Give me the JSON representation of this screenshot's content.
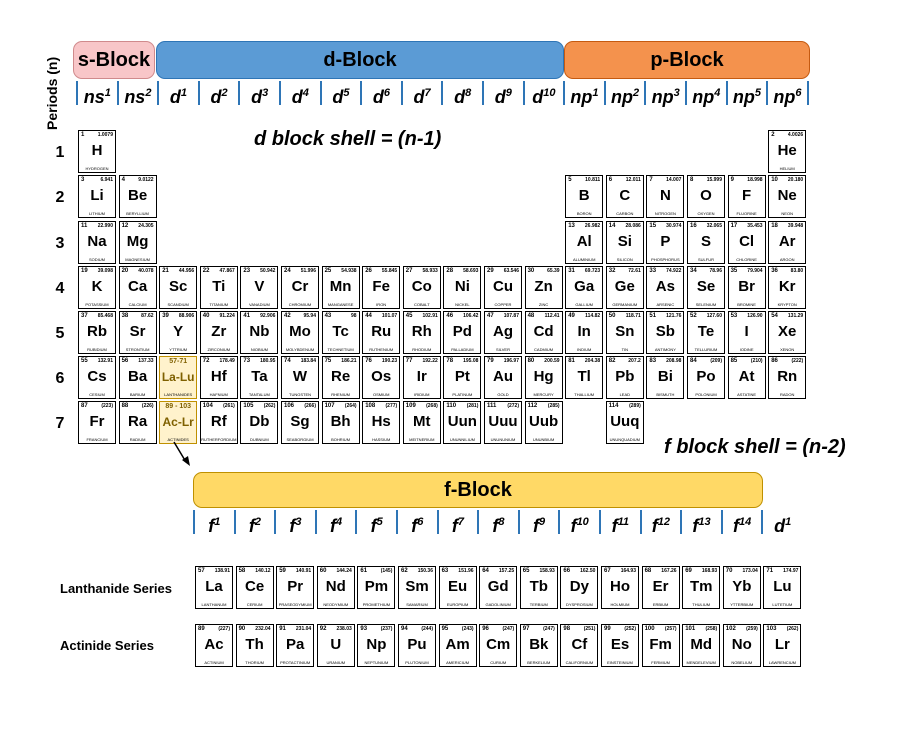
{
  "periods_label": "Periods (n)",
  "blocks": {
    "s": "s-Block",
    "d": "d-Block",
    "p": "p-Block",
    "f": "f-Block"
  },
  "orbitals_top": [
    {
      "b": "ns",
      "s": "1"
    },
    {
      "b": "ns",
      "s": "2"
    },
    {
      "b": "d",
      "s": "1"
    },
    {
      "b": "d",
      "s": "2"
    },
    {
      "b": "d",
      "s": "3"
    },
    {
      "b": "d",
      "s": "4"
    },
    {
      "b": "d",
      "s": "5"
    },
    {
      "b": "d",
      "s": "6"
    },
    {
      "b": "d",
      "s": "7"
    },
    {
      "b": "d",
      "s": "8"
    },
    {
      "b": "d",
      "s": "9"
    },
    {
      "b": "d",
      "s": "10"
    },
    {
      "b": "np",
      "s": "1"
    },
    {
      "b": "np",
      "s": "2"
    },
    {
      "b": "np",
      "s": "3"
    },
    {
      "b": "np",
      "s": "4"
    },
    {
      "b": "np",
      "s": "5"
    },
    {
      "b": "np",
      "s": "6"
    }
  ],
  "orbitals_f": [
    {
      "b": "f",
      "s": "1"
    },
    {
      "b": "f",
      "s": "2"
    },
    {
      "b": "f",
      "s": "3"
    },
    {
      "b": "f",
      "s": "4"
    },
    {
      "b": "f",
      "s": "5"
    },
    {
      "b": "f",
      "s": "6"
    },
    {
      "b": "f",
      "s": "7"
    },
    {
      "b": "f",
      "s": "8"
    },
    {
      "b": "f",
      "s": "9"
    },
    {
      "b": "f",
      "s": "10"
    },
    {
      "b": "f",
      "s": "11"
    },
    {
      "b": "f",
      "s": "12"
    },
    {
      "b": "f",
      "s": "13"
    },
    {
      "b": "f",
      "s": "14"
    }
  ],
  "orbital_f_tail": {
    "b": "d",
    "s": "1"
  },
  "d_shell_note": "d block shell = (n-1)",
  "f_shell_note": "f block shell = (n-2)",
  "period_numbers": [
    "1",
    "2",
    "3",
    "4",
    "5",
    "6",
    "7"
  ],
  "lanthanide_label": "Lanthanide Series",
  "actinide_label": "Actinide Series",
  "elements": [
    {
      "n": "1",
      "m": "1.0079",
      "s": "H",
      "nm": "HYDROGEN",
      "p": 1,
      "g": 1
    },
    {
      "n": "2",
      "m": "4.0026",
      "s": "He",
      "nm": "HELIUM",
      "p": 1,
      "g": 18
    },
    {
      "n": "3",
      "m": "6.941",
      "s": "Li",
      "nm": "LITHIUM",
      "p": 2,
      "g": 1
    },
    {
      "n": "4",
      "m": "9.0122",
      "s": "Be",
      "nm": "BERYLLIUM",
      "p": 2,
      "g": 2
    },
    {
      "n": "5",
      "m": "10.811",
      "s": "B",
      "nm": "BORON",
      "p": 2,
      "g": 13
    },
    {
      "n": "6",
      "m": "12.011",
      "s": "C",
      "nm": "CARBON",
      "p": 2,
      "g": 14
    },
    {
      "n": "7",
      "m": "14.007",
      "s": "N",
      "nm": "NITROGEN",
      "p": 2,
      "g": 15
    },
    {
      "n": "8",
      "m": "15.999",
      "s": "O",
      "nm": "OXYGEN",
      "p": 2,
      "g": 16
    },
    {
      "n": "9",
      "m": "18.998",
      "s": "F",
      "nm": "FLUORINE",
      "p": 2,
      "g": 17
    },
    {
      "n": "10",
      "m": "20.180",
      "s": "Ne",
      "nm": "NEON",
      "p": 2,
      "g": 18
    },
    {
      "n": "11",
      "m": "22.990",
      "s": "Na",
      "nm": "SODIUM",
      "p": 3,
      "g": 1
    },
    {
      "n": "12",
      "m": "24.305",
      "s": "Mg",
      "nm": "MAGNESIUM",
      "p": 3,
      "g": 2
    },
    {
      "n": "13",
      "m": "26.982",
      "s": "Al",
      "nm": "ALUMINIUM",
      "p": 3,
      "g": 13
    },
    {
      "n": "14",
      "m": "28.086",
      "s": "Si",
      "nm": "SILICON",
      "p": 3,
      "g": 14
    },
    {
      "n": "15",
      "m": "30.974",
      "s": "P",
      "nm": "PHOSPHORUS",
      "p": 3,
      "g": 15
    },
    {
      "n": "16",
      "m": "32.065",
      "s": "S",
      "nm": "SULFUR",
      "p": 3,
      "g": 16
    },
    {
      "n": "17",
      "m": "35.453",
      "s": "Cl",
      "nm": "CHLORINE",
      "p": 3,
      "g": 17
    },
    {
      "n": "18",
      "m": "39.948",
      "s": "Ar",
      "nm": "ARGON",
      "p": 3,
      "g": 18
    },
    {
      "n": "19",
      "m": "39.098",
      "s": "K",
      "nm": "POTASSIUM",
      "p": 4,
      "g": 1
    },
    {
      "n": "20",
      "m": "40.078",
      "s": "Ca",
      "nm": "CALCIUM",
      "p": 4,
      "g": 2
    },
    {
      "n": "21",
      "m": "44.956",
      "s": "Sc",
      "nm": "SCANDIUM",
      "p": 4,
      "g": 3
    },
    {
      "n": "22",
      "m": "47.867",
      "s": "Ti",
      "nm": "TITANIUM",
      "p": 4,
      "g": 4
    },
    {
      "n": "23",
      "m": "50.942",
      "s": "V",
      "nm": "VANADIUM",
      "p": 4,
      "g": 5
    },
    {
      "n": "24",
      "m": "51.996",
      "s": "Cr",
      "nm": "CHROMIUM",
      "p": 4,
      "g": 6
    },
    {
      "n": "25",
      "m": "54.938",
      "s": "Mn",
      "nm": "MANGANESE",
      "p": 4,
      "g": 7
    },
    {
      "n": "26",
      "m": "55.845",
      "s": "Fe",
      "nm": "IRON",
      "p": 4,
      "g": 8
    },
    {
      "n": "27",
      "m": "58.933",
      "s": "Co",
      "nm": "COBALT",
      "p": 4,
      "g": 9
    },
    {
      "n": "28",
      "m": "58.693",
      "s": "Ni",
      "nm": "NICKEL",
      "p": 4,
      "g": 10
    },
    {
      "n": "29",
      "m": "63.546",
      "s": "Cu",
      "nm": "COPPER",
      "p": 4,
      "g": 11
    },
    {
      "n": "30",
      "m": "65.39",
      "s": "Zn",
      "nm": "ZINC",
      "p": 4,
      "g": 12
    },
    {
      "n": "31",
      "m": "69.723",
      "s": "Ga",
      "nm": "GALLIUM",
      "p": 4,
      "g": 13
    },
    {
      "n": "32",
      "m": "72.61",
      "s": "Ge",
      "nm": "GERMANIUM",
      "p": 4,
      "g": 14
    },
    {
      "n": "33",
      "m": "74.922",
      "s": "As",
      "nm": "ARSENIC",
      "p": 4,
      "g": 15
    },
    {
      "n": "34",
      "m": "78.96",
      "s": "Se",
      "nm": "SELENIUM",
      "p": 4,
      "g": 16
    },
    {
      "n": "35",
      "m": "79.904",
      "s": "Br",
      "nm": "BROMINE",
      "p": 4,
      "g": 17
    },
    {
      "n": "36",
      "m": "83.80",
      "s": "Kr",
      "nm": "KRYPTON",
      "p": 4,
      "g": 18
    },
    {
      "n": "37",
      "m": "85.468",
      "s": "Rb",
      "nm": "RUBIDIUM",
      "p": 5,
      "g": 1
    },
    {
      "n": "38",
      "m": "87.62",
      "s": "Sr",
      "nm": "STRONTIUM",
      "p": 5,
      "g": 2
    },
    {
      "n": "39",
      "m": "88.906",
      "s": "Y",
      "nm": "YTTRIUM",
      "p": 5,
      "g": 3
    },
    {
      "n": "40",
      "m": "91.224",
      "s": "Zr",
      "nm": "ZIRCONIUM",
      "p": 5,
      "g": 4
    },
    {
      "n": "41",
      "m": "92.906",
      "s": "Nb",
      "nm": "NIOBIUM",
      "p": 5,
      "g": 5
    },
    {
      "n": "42",
      "m": "95.94",
      "s": "Mo",
      "nm": "MOLYBDENUM",
      "p": 5,
      "g": 6
    },
    {
      "n": "43",
      "m": "98",
      "s": "Tc",
      "nm": "TECHNETIUM",
      "p": 5,
      "g": 7
    },
    {
      "n": "44",
      "m": "101.07",
      "s": "Ru",
      "nm": "RUTHENIUM",
      "p": 5,
      "g": 8
    },
    {
      "n": "45",
      "m": "102.91",
      "s": "Rh",
      "nm": "RHODIUM",
      "p": 5,
      "g": 9
    },
    {
      "n": "46",
      "m": "106.42",
      "s": "Pd",
      "nm": "PALLADIUM",
      "p": 5,
      "g": 10
    },
    {
      "n": "47",
      "m": "107.87",
      "s": "Ag",
      "nm": "SILVER",
      "p": 5,
      "g": 11
    },
    {
      "n": "48",
      "m": "112.41",
      "s": "Cd",
      "nm": "CADMIUM",
      "p": 5,
      "g": 12
    },
    {
      "n": "49",
      "m": "114.82",
      "s": "In",
      "nm": "INDIUM",
      "p": 5,
      "g": 13
    },
    {
      "n": "50",
      "m": "118.71",
      "s": "Sn",
      "nm": "TIN",
      "p": 5,
      "g": 14
    },
    {
      "n": "51",
      "m": "121.76",
      "s": "Sb",
      "nm": "ANTIMONY",
      "p": 5,
      "g": 15
    },
    {
      "n": "52",
      "m": "127.60",
      "s": "Te",
      "nm": "TELLURIUM",
      "p": 5,
      "g": 16
    },
    {
      "n": "53",
      "m": "126.90",
      "s": "I",
      "nm": "IODINE",
      "p": 5,
      "g": 17
    },
    {
      "n": "54",
      "m": "131.29",
      "s": "Xe",
      "nm": "XENON",
      "p": 5,
      "g": 18
    },
    {
      "n": "55",
      "m": "132.91",
      "s": "Cs",
      "nm": "CESIUM",
      "p": 6,
      "g": 1
    },
    {
      "n": "56",
      "m": "137.33",
      "s": "Ba",
      "nm": "BARIUM",
      "p": 6,
      "g": 2
    },
    {
      "n": "57-71",
      "m": "",
      "s": "La-Lu",
      "nm": "LANTHANIDES",
      "p": 6,
      "g": 3,
      "pl": true
    },
    {
      "n": "72",
      "m": "178.49",
      "s": "Hf",
      "nm": "HAFNIUM",
      "p": 6,
      "g": 4
    },
    {
      "n": "73",
      "m": "180.95",
      "s": "Ta",
      "nm": "TANTALUM",
      "p": 6,
      "g": 5
    },
    {
      "n": "74",
      "m": "183.84",
      "s": "W",
      "nm": "TUNGSTEN",
      "p": 6,
      "g": 6
    },
    {
      "n": "75",
      "m": "186.21",
      "s": "Re",
      "nm": "RHENIUM",
      "p": 6,
      "g": 7
    },
    {
      "n": "76",
      "m": "190.23",
      "s": "Os",
      "nm": "OSMIUM",
      "p": 6,
      "g": 8
    },
    {
      "n": "77",
      "m": "192.22",
      "s": "Ir",
      "nm": "IRIDIUM",
      "p": 6,
      "g": 9
    },
    {
      "n": "78",
      "m": "195.08",
      "s": "Pt",
      "nm": "PLATINUM",
      "p": 6,
      "g": 10
    },
    {
      "n": "79",
      "m": "196.97",
      "s": "Au",
      "nm": "GOLD",
      "p": 6,
      "g": 11
    },
    {
      "n": "80",
      "m": "200.59",
      "s": "Hg",
      "nm": "MERCURY",
      "p": 6,
      "g": 12
    },
    {
      "n": "81",
      "m": "204.38",
      "s": "Tl",
      "nm": "THALLIUM",
      "p": 6,
      "g": 13
    },
    {
      "n": "82",
      "m": "207.2",
      "s": "Pb",
      "nm": "LEAD",
      "p": 6,
      "g": 14
    },
    {
      "n": "83",
      "m": "208.98",
      "s": "Bi",
      "nm": "BISMUTH",
      "p": 6,
      "g": 15
    },
    {
      "n": "84",
      "m": "(209)",
      "s": "Po",
      "nm": "POLONIUM",
      "p": 6,
      "g": 16
    },
    {
      "n": "85",
      "m": "(210)",
      "s": "At",
      "nm": "ASTATINE",
      "p": 6,
      "g": 17
    },
    {
      "n": "86",
      "m": "(222)",
      "s": "Rn",
      "nm": "RADON",
      "p": 6,
      "g": 18
    },
    {
      "n": "87",
      "m": "(223)",
      "s": "Fr",
      "nm": "FRANCIUM",
      "p": 7,
      "g": 1
    },
    {
      "n": "88",
      "m": "(226)",
      "s": "Ra",
      "nm": "RADIUM",
      "p": 7,
      "g": 2
    },
    {
      "n": "89 - 103",
      "m": "",
      "s": "Ac-Lr",
      "nm": "ACTINIDES",
      "p": 7,
      "g": 3,
      "pl": true
    },
    {
      "n": "104",
      "m": "(261)",
      "s": "Rf",
      "nm": "RUTHERFORDIUM",
      "p": 7,
      "g": 4
    },
    {
      "n": "105",
      "m": "(262)",
      "s": "Db",
      "nm": "DUBNIUM",
      "p": 7,
      "g": 5
    },
    {
      "n": "106",
      "m": "(266)",
      "s": "Sg",
      "nm": "SEABORGIUM",
      "p": 7,
      "g": 6
    },
    {
      "n": "107",
      "m": "(264)",
      "s": "Bh",
      "nm": "BOHRIUM",
      "p": 7,
      "g": 7
    },
    {
      "n": "108",
      "m": "(277)",
      "s": "Hs",
      "nm": "HASSIUM",
      "p": 7,
      "g": 8
    },
    {
      "n": "109",
      "m": "(268)",
      "s": "Mt",
      "nm": "MEITNERIUM",
      "p": 7,
      "g": 9
    },
    {
      "n": "110",
      "m": "(281)",
      "s": "Uun",
      "nm": "UNUNNILIUM",
      "p": 7,
      "g": 10
    },
    {
      "n": "111",
      "m": "(272)",
      "s": "Uuu",
      "nm": "UNUNUNIUM",
      "p": 7,
      "g": 11
    },
    {
      "n": "112",
      "m": "(285)",
      "s": "Uub",
      "nm": "UNUNBIUM",
      "p": 7,
      "g": 12
    },
    {
      "n": "114",
      "m": "(289)",
      "s": "Uuq",
      "nm": "UNUNQUADIUM",
      "p": 7,
      "g": 14
    }
  ],
  "lanthanides": [
    {
      "n": "57",
      "m": "138.91",
      "s": "La",
      "nm": "LANTHANUM"
    },
    {
      "n": "58",
      "m": "140.12",
      "s": "Ce",
      "nm": "CERIUM"
    },
    {
      "n": "59",
      "m": "140.91",
      "s": "Pr",
      "nm": "PRASEODYMIUM"
    },
    {
      "n": "60",
      "m": "144.24",
      "s": "Nd",
      "nm": "NEODYMIUM"
    },
    {
      "n": "61",
      "m": "(145)",
      "s": "Pm",
      "nm": "PROMETHIUM"
    },
    {
      "n": "62",
      "m": "150.36",
      "s": "Sm",
      "nm": "SAMARIUM"
    },
    {
      "n": "63",
      "m": "151.96",
      "s": "Eu",
      "nm": "EUROPIUM"
    },
    {
      "n": "64",
      "m": "157.25",
      "s": "Gd",
      "nm": "GADOLINIUM"
    },
    {
      "n": "65",
      "m": "158.93",
      "s": "Tb",
      "nm": "TERBIUM"
    },
    {
      "n": "66",
      "m": "162.50",
      "s": "Dy",
      "nm": "DYSPROSIUM"
    },
    {
      "n": "67",
      "m": "164.93",
      "s": "Ho",
      "nm": "HOLMIUM"
    },
    {
      "n": "68",
      "m": "167.26",
      "s": "Er",
      "nm": "ERBIUM"
    },
    {
      "n": "69",
      "m": "168.93",
      "s": "Tm",
      "nm": "THULIUM"
    },
    {
      "n": "70",
      "m": "173.04",
      "s": "Yb",
      "nm": "YTTERBIUM"
    },
    {
      "n": "71",
      "m": "174.97",
      "s": "Lu",
      "nm": "LUTETIUM"
    }
  ],
  "actinides": [
    {
      "n": "89",
      "m": "(227)",
      "s": "Ac",
      "nm": "ACTINIUM"
    },
    {
      "n": "90",
      "m": "232.04",
      "s": "Th",
      "nm": "THORIUM"
    },
    {
      "n": "91",
      "m": "231.04",
      "s": "Pa",
      "nm": "PROTACTINIUM"
    },
    {
      "n": "92",
      "m": "238.03",
      "s": "U",
      "nm": "URANIUM"
    },
    {
      "n": "93",
      "m": "(237)",
      "s": "Np",
      "nm": "NEPTUNIUM"
    },
    {
      "n": "94",
      "m": "(244)",
      "s": "Pu",
      "nm": "PLUTONIUM"
    },
    {
      "n": "95",
      "m": "(243)",
      "s": "Am",
      "nm": "AMERICIUM"
    },
    {
      "n": "96",
      "m": "(247)",
      "s": "Cm",
      "nm": "CURIUM"
    },
    {
      "n": "97",
      "m": "(247)",
      "s": "Bk",
      "nm": "BERKELIUM"
    },
    {
      "n": "98",
      "m": "(251)",
      "s": "Cf",
      "nm": "CALIFORNIUM"
    },
    {
      "n": "99",
      "m": "(252)",
      "s": "Es",
      "nm": "EINSTEINIUM"
    },
    {
      "n": "100",
      "m": "(257)",
      "s": "Fm",
      "nm": "FERMIUM"
    },
    {
      "n": "101",
      "m": "(258)",
      "s": "Md",
      "nm": "MENDELEVIUM"
    },
    {
      "n": "102",
      "m": "(259)",
      "s": "No",
      "nm": "NOBELIUM"
    },
    {
      "n": "103",
      "m": "(262)",
      "s": "Lr",
      "nm": "LAWRENCIUM"
    }
  ]
}
